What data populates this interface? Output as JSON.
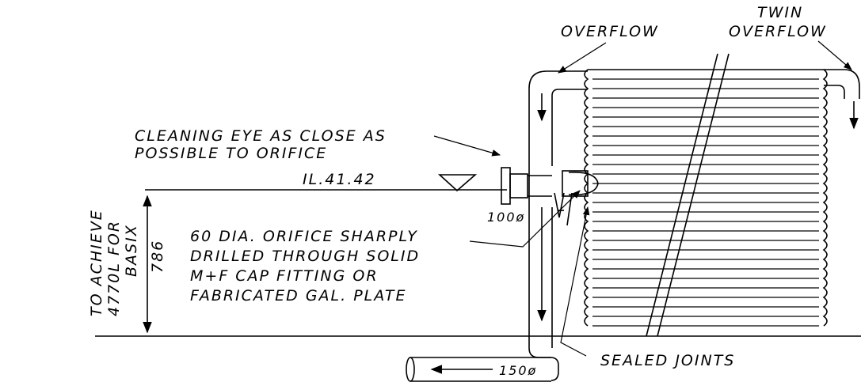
{
  "labels": {
    "overflow": "OVERFLOW",
    "twin_line1": "TWIN",
    "twin_line2": "OVERFLOW",
    "cleaning_line1": "CLEANING EYE AS CLOSE AS",
    "cleaning_line2": "POSSIBLE TO ORIFICE",
    "invert_level": "IL.41.42",
    "pipe_100": "100ø",
    "orifice_line1": "60 DIA. ORIFICE SHARPLY",
    "orifice_line2": "DRILLED THROUGH SOLID",
    "orifice_line3": "M+F CAP FITTING OR",
    "orifice_line4": "FABRICATED GAL. PLATE",
    "dimension_786": "786",
    "achieve_line1": "TO ACHIEVE",
    "achieve_line2": "4770L FOR",
    "achieve_line3": "BASIX",
    "pipe_150": "150ø",
    "sealed_joints": "SEALED JOINTS"
  }
}
